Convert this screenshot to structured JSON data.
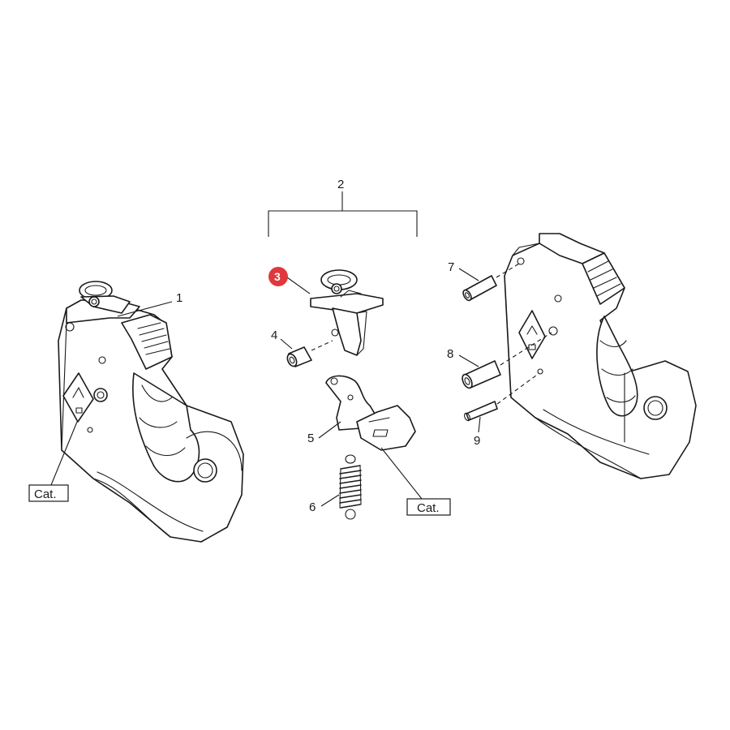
{
  "callouts": {
    "c1": "1",
    "c2": "2",
    "c3": "3",
    "c4": "4",
    "c5": "5",
    "c6": "6",
    "c7": "7",
    "c8": "8",
    "c9": "9"
  },
  "cat_left": "Cat.",
  "cat_center": "Cat.",
  "highlight_color": "#e0383c"
}
